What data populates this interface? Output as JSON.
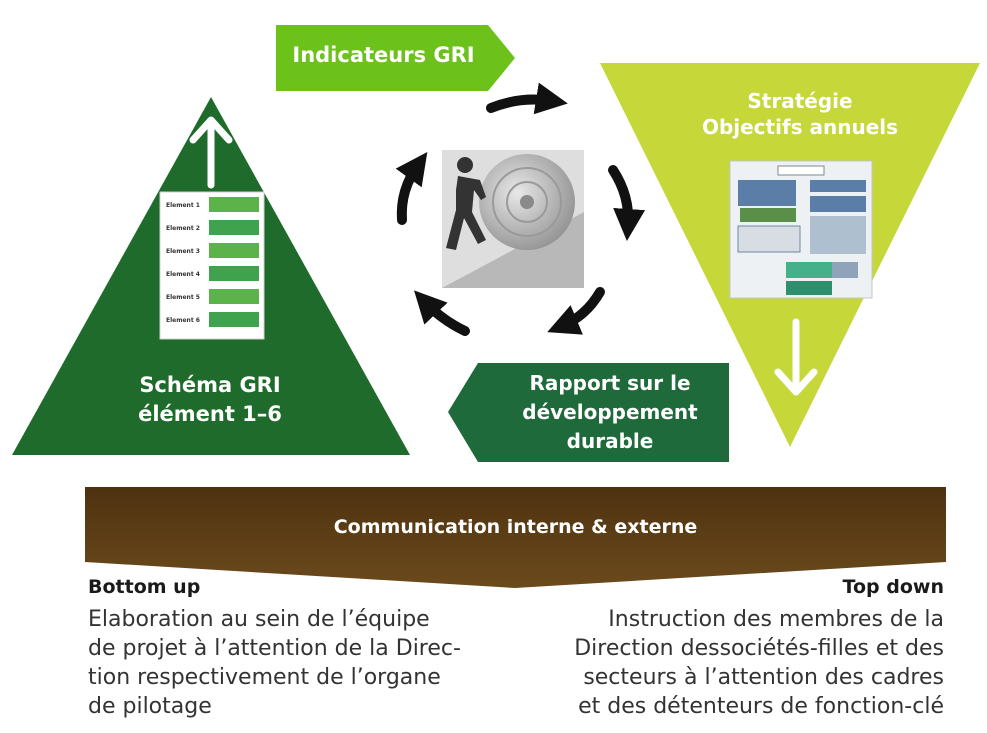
{
  "labels": {
    "indicateurs": "Indicateurs GRI",
    "strategie_line1": "Stratégie",
    "strategie_line2": "Objectifs annuels",
    "schema_line1": "Schéma GRI",
    "schema_line2": "élément 1–6",
    "rapport_line1": "Rapport sur le",
    "rapport_line2": "développement",
    "rapport_line3": "durable",
    "communication": "Communication interne & externe"
  },
  "schema_elements": [
    "Element 1",
    "Element 2",
    "Element 3",
    "Element 4",
    "Element 5",
    "Element 6"
  ],
  "bottom_up": {
    "title": "Bottom up",
    "lines": [
      "Elaboration au sein de l’équipe",
      "de projet à l’attention de la Direc-",
      "tion respectivement de l’organe",
      "de pilotage"
    ]
  },
  "top_down": {
    "title": "Top down",
    "lines": [
      "Instruction des membres de la",
      "Direction dessociétés-filles et des",
      "secteurs à l’attention des cadres",
      "et des détenteurs de fonction-clé"
    ]
  },
  "colors": {
    "dark_green": "#1f6b2c",
    "mid_green": "#1e6a3a",
    "bright_green": "#6cc11a",
    "lime": "#c6d73a",
    "brown": "#5a3a12",
    "text": "#333333"
  }
}
